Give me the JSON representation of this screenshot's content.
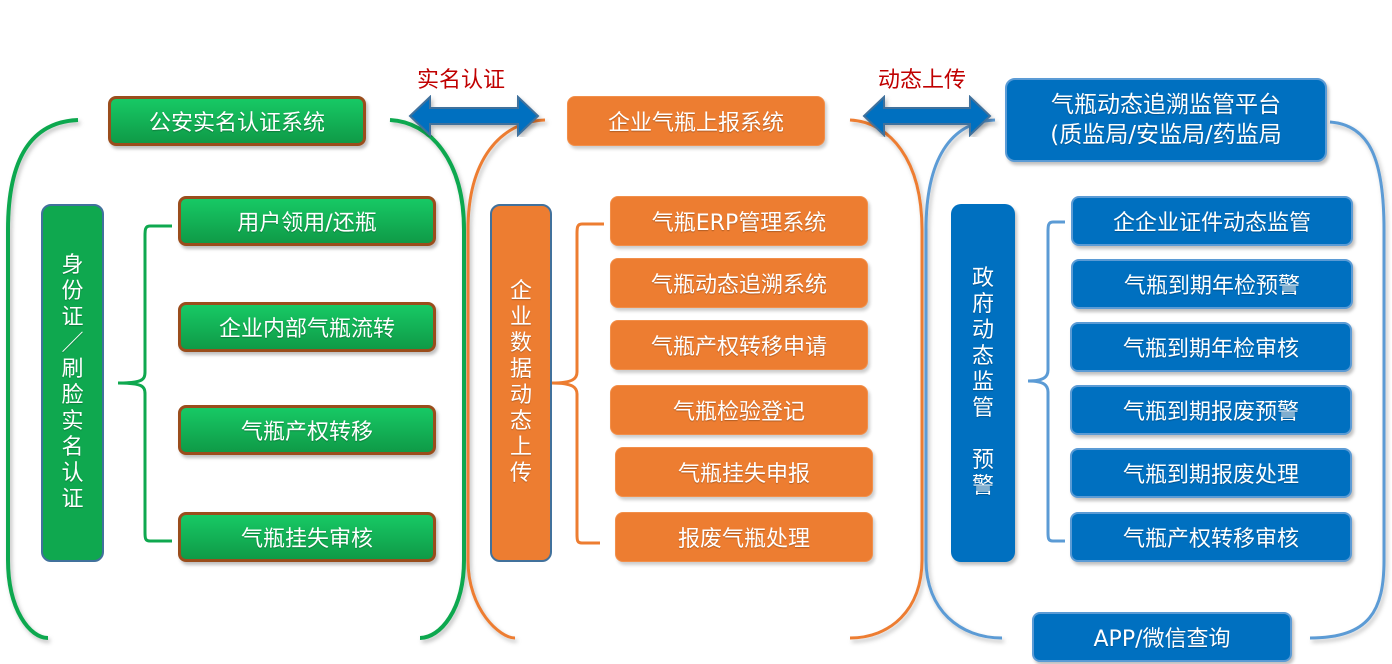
{
  "connectors": {
    "left_label": "实名认证",
    "right_label": "动态上传"
  },
  "police_system": {
    "title": "公安实名认证系统",
    "side_label": [
      "身",
      "份",
      "证",
      "／",
      "刷",
      "脸",
      "实",
      "名",
      "认",
      "证"
    ],
    "items": [
      "用户领用/还瓶",
      "企业内部气瓶流转",
      "气瓶产权转移",
      "气瓶挂失审核"
    ]
  },
  "enterprise_system": {
    "title": "企业气瓶上报系统",
    "side_label": [
      "企",
      "业",
      "数",
      "据",
      "动",
      "态",
      "上",
      "传"
    ],
    "items": [
      "气瓶ERP管理系统",
      "气瓶动态追溯系统",
      "气瓶产权转移申请",
      "气瓶检验登记",
      "气瓶挂失申报",
      "报废气瓶处理"
    ]
  },
  "gov_platform": {
    "title_line1": "气瓶动态追溯监管平台",
    "title_line2": "(质监局/安监局/药监局",
    "side_label": [
      "政",
      "府",
      "动",
      "态",
      "监",
      "管",
      "",
      "预",
      "警"
    ],
    "items": [
      "企企业证件动态监管",
      "气瓶到期年检预警",
      "气瓶到期年检审核",
      "气瓶到期报废预警",
      "气瓶到期报废处理",
      "气瓶产权转移审核"
    ],
    "footer": "APP/微信查询"
  },
  "colors": {
    "green": "#0fa84f",
    "orange": "#ed7d31",
    "blue": "#0070c0",
    "light_blue": "#5b9bd5",
    "red_label": "#c00000"
  }
}
